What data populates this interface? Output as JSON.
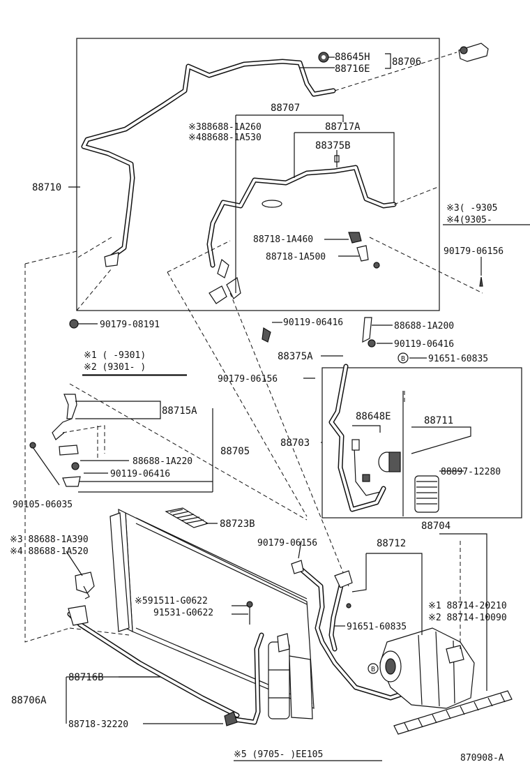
{
  "labels": {
    "p88645H": "88645H",
    "p88716E": "88716E",
    "p88706": "88706",
    "p88707": "88707",
    "p88717A": "88717A",
    "s3_88688_1A260": "※388688-1A260",
    "s4_88688_1A530": "※488688-1A530",
    "p88375B": "88375B",
    "p88710": "88710",
    "note3": "※3(    -9305",
    "note4": "※4(9305-",
    "p88718_1A460": "88718-1A460",
    "p88718_1A500": "88718-1A500",
    "p90179_06156_a": "90179-06156",
    "p90179_08191": "90179-08191",
    "p90119_06416_a": "90119-06416",
    "p88688_1A200": "88688-1A200",
    "p90119_06416_b": "90119-06416",
    "note1": "※1  (     -9301)",
    "note2": "※2  (9301-      )",
    "p88375A": "88375A",
    "circleB_a": "B",
    "p91651_60835_a": "91651-60835",
    "p90179_06156_b": "90179-06156",
    "p88715A": "88715A",
    "p88648E": "88648E",
    "p88711": "88711",
    "p88703": "88703",
    "p88705": "88705",
    "p88688_1A220": "88688-1A220",
    "p90119_06416_c": "90119-06416",
    "p88897_12280": "88897-12280",
    "p90105_06035": "90105-06035",
    "p88723B": "88723B",
    "p88704": "88704",
    "s3_88688_1A390": "※3 88688-1A390",
    "s4_88688_1A520": "※4 88688-1A520",
    "p90179_06156_c": "90179-06156",
    "p88712": "88712",
    "s5_91511_G0622": "※591511-G0622",
    "p91531_G0622": "91531-G0622",
    "s1_88714_20210": "※1  88714-20210",
    "s2_88714_10090": "※2  88714-10090",
    "p91651_60835_b": "91651-60835",
    "circleB_b": "B",
    "p88716B": "88716B",
    "p88706A": "88706A",
    "p88718_32220": "88718-32220",
    "footer_note": "※5 (9705-       )EE105",
    "diagram_id": "870908-A"
  }
}
